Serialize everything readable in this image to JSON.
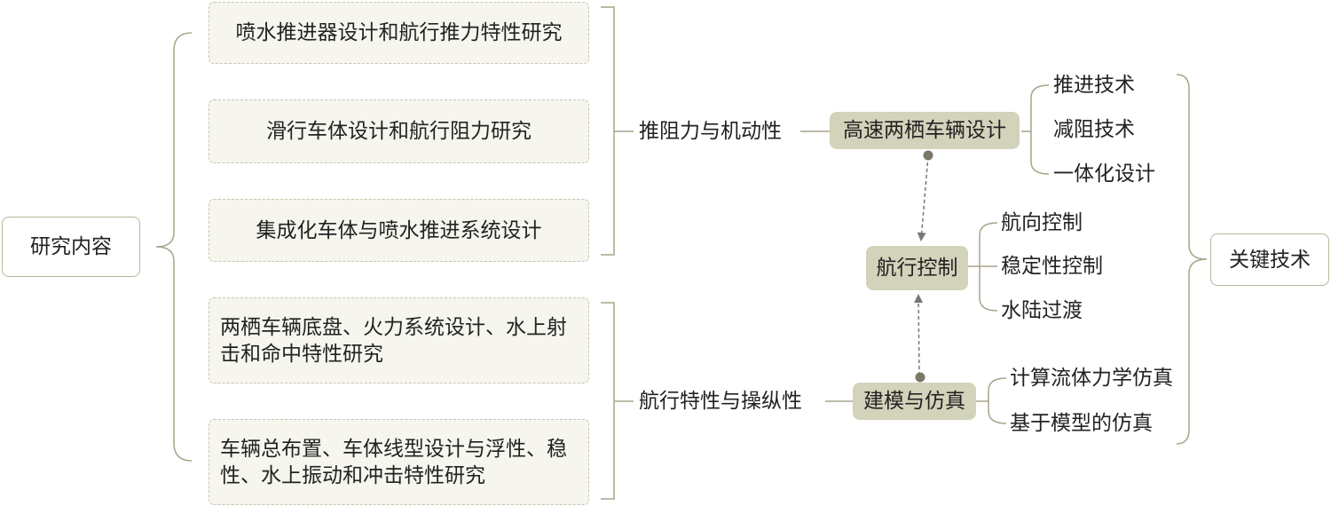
{
  "root": {
    "label": "研究内容"
  },
  "right_root": {
    "label": "关键技术"
  },
  "group_top": {
    "label": "推阻力与机动性",
    "items": [
      "喷水推进器设计和航行推力特性研究",
      "滑行车体设计和航行阻力研究",
      "集成化车体与喷水推进系统设计"
    ]
  },
  "group_bottom": {
    "label": "航行特性与操纵性",
    "items": [
      "两栖车辆底盘、火力系统设计、水上射击和命中特性研究",
      "车辆总布置、车体线型设计与浮性、稳性、水上振动和冲击特性研究"
    ]
  },
  "hubs": {
    "design": {
      "label": "高速两栖车辆设计",
      "techs": [
        "推进技术",
        "减阻技术",
        "一体化设计"
      ]
    },
    "control": {
      "label": "航行控制",
      "techs": [
        "航向控制",
        "稳定性控制",
        "水陆过渡"
      ]
    },
    "modeling": {
      "label": "建模与仿真",
      "techs": [
        "计算流体力学仿真",
        "基于模型的仿真"
      ]
    }
  },
  "colors": {
    "line": "#a9a48a",
    "hub_fill": "#d3d2bb",
    "item_fill": "#f6f5ee",
    "item_border": "#c9c6b2",
    "arrow": "#777777",
    "dot": "#7b7868"
  }
}
